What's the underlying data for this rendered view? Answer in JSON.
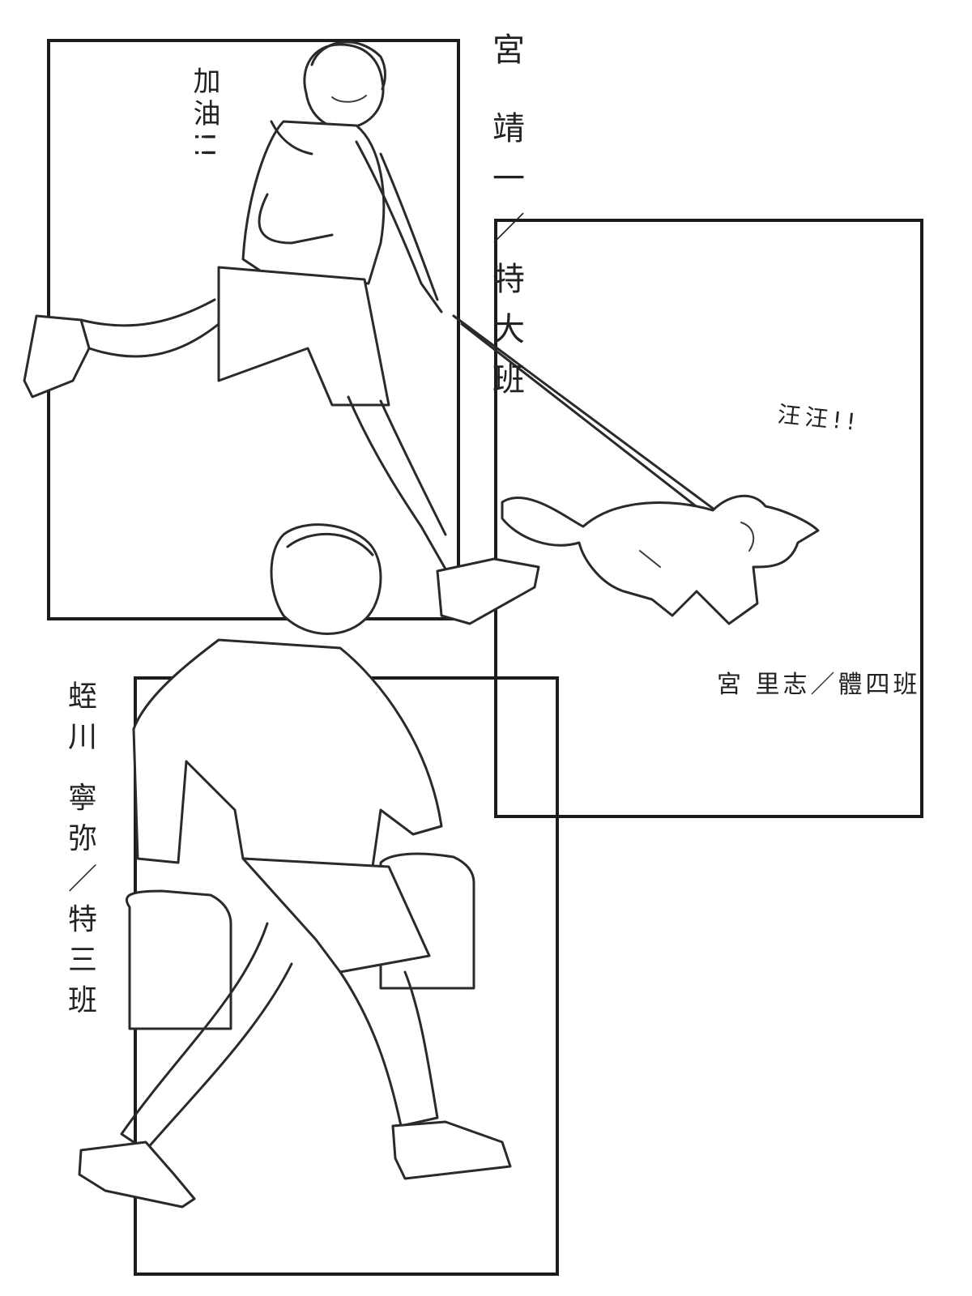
{
  "panels": {
    "top_left": {
      "caption": "宮 靖一／特大班",
      "shout": "加油!!"
    },
    "right": {
      "caption": "宮 里志／體四班",
      "shout": "汪汪!!"
    },
    "bottom": {
      "caption": "蛭川 寧弥／特三班"
    }
  },
  "colors": {
    "ink": "#1c1c1c",
    "paper": "#ffffff"
  }
}
